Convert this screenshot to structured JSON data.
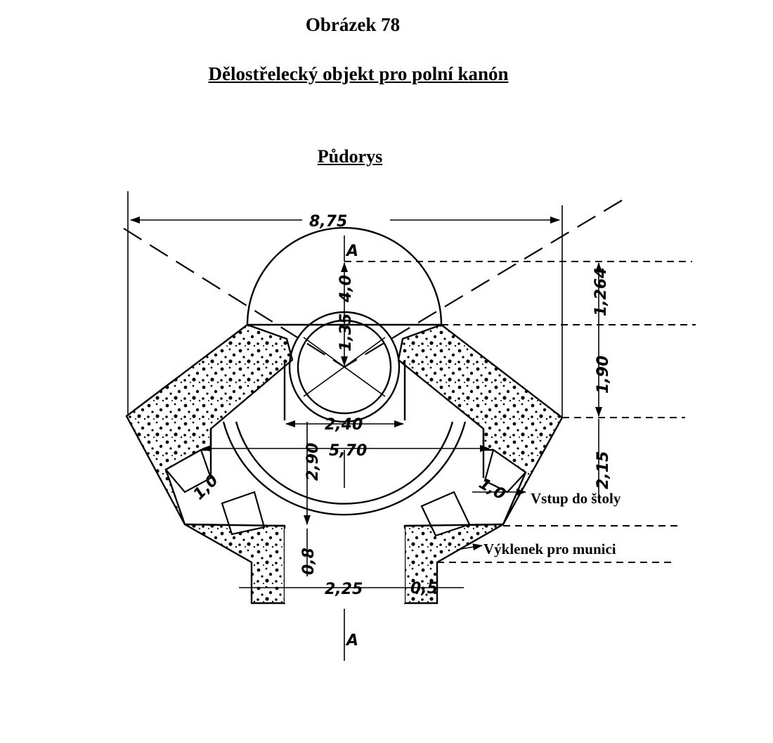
{
  "figure": {
    "number": "Obrázek 78",
    "title": "Dělostřelecký objekt pro polní kanón",
    "subtitle": "Půdorys"
  },
  "section_marks": {
    "top": "A",
    "bottom": "A"
  },
  "dimensions": {
    "total_width": "8,75",
    "ring_outer_radius": "4,0",
    "ring_inner_radius": "1,35",
    "opening_width": "2,40",
    "rear_width": "5,70",
    "depth": "2,90",
    "rear_top": "1,264",
    "mid_height": "1,90",
    "lower_height": "2,15",
    "recess_depth": "0,8",
    "entrance_width": "2,25",
    "wall_left": "1,0",
    "wall_right": "0,5",
    "recess_size": "1,0"
  },
  "callouts": {
    "entrance": "Vstup do štoly",
    "ammo_niche": "Výklenek pro munici"
  },
  "colors": {
    "ink": "#000000",
    "paper": "#ffffff"
  }
}
